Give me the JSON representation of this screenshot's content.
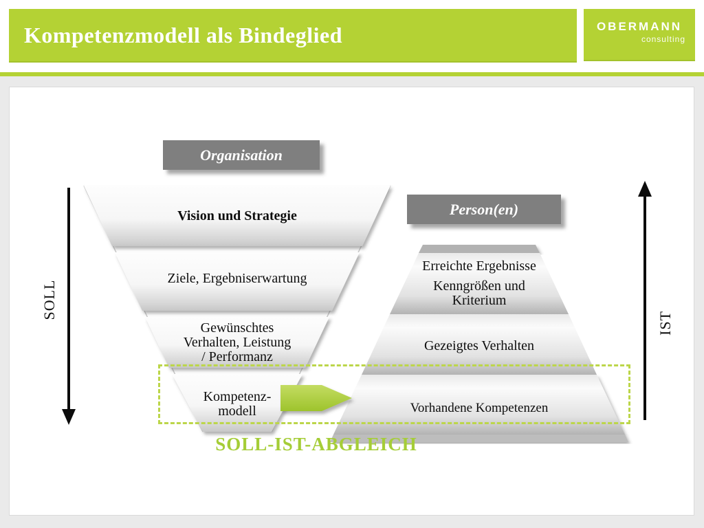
{
  "header": {
    "title": "Kompetenzmodell als Bindeglied",
    "logo_brand": "OBERMANN",
    "logo_sub": "consulting"
  },
  "diagram": {
    "organisation_label": "Organisation",
    "person_label": "Person(en)",
    "soll_label": "SOLL",
    "ist_label": "IST",
    "funnel_layers": [
      {
        "lines": [
          "Vision und Strategie"
        ]
      },
      {
        "lines": [
          "Ziele, Ergebniserwartung"
        ]
      },
      {
        "lines": [
          "Gewünschtes",
          "Verhalten, Leistung",
          "/ Performanz"
        ]
      },
      {
        "lines": [
          "Kompetenz-",
          "modell"
        ]
      }
    ],
    "pyramid_layers": [
      {
        "lines": [
          "Erreichte Ergebnisse",
          "Kenngrößen und",
          "Kriterium"
        ]
      },
      {
        "lines": [
          "Gezeigtes Verhalten"
        ]
      },
      {
        "lines": [
          "Vorhandene Kompetenzen"
        ]
      }
    ],
    "abgleich_label": "SOLL-IST-ABGLEICH"
  },
  "colors": {
    "accent_green": "#b4d234",
    "dashed_green": "#bcd64a",
    "abgleich_green": "#a5cd37",
    "label_gray": "#7f7f7f"
  }
}
